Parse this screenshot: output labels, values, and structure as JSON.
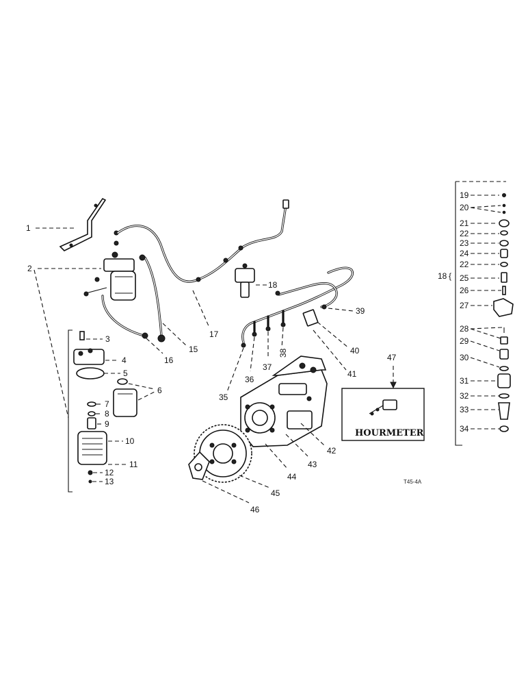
{
  "callouts": {
    "c1": "1",
    "c2": "2",
    "c3": "3",
    "c4": "4",
    "c5": "5",
    "c6": "6",
    "c7": "7",
    "c8": "8",
    "c9": "9",
    "c10": "10",
    "c11": "11",
    "c12": "12",
    "c13": "13",
    "c15": "15",
    "c16": "16",
    "c17": "17",
    "c18": "18",
    "c18b": "18",
    "c19": "19",
    "c20": "20",
    "c21": "21",
    "c22": "22",
    "c22b": "22",
    "c23": "23",
    "c24": "24",
    "c25": "25",
    "c26": "26",
    "c27": "27",
    "c28": "28",
    "c29": "29",
    "c30": "30",
    "c31": "31",
    "c32": "32",
    "c33": "33",
    "c34": "34",
    "c35": "35",
    "c36": "36",
    "c37": "37",
    "c38": "38",
    "c39": "39",
    "c40": "40",
    "c41": "41",
    "c42": "42",
    "c43": "43",
    "c44": "44",
    "c45": "45",
    "c46": "46",
    "c47": "47"
  },
  "hourmeter_label": "HOURMETER",
  "figure_code": "T45-4A"
}
